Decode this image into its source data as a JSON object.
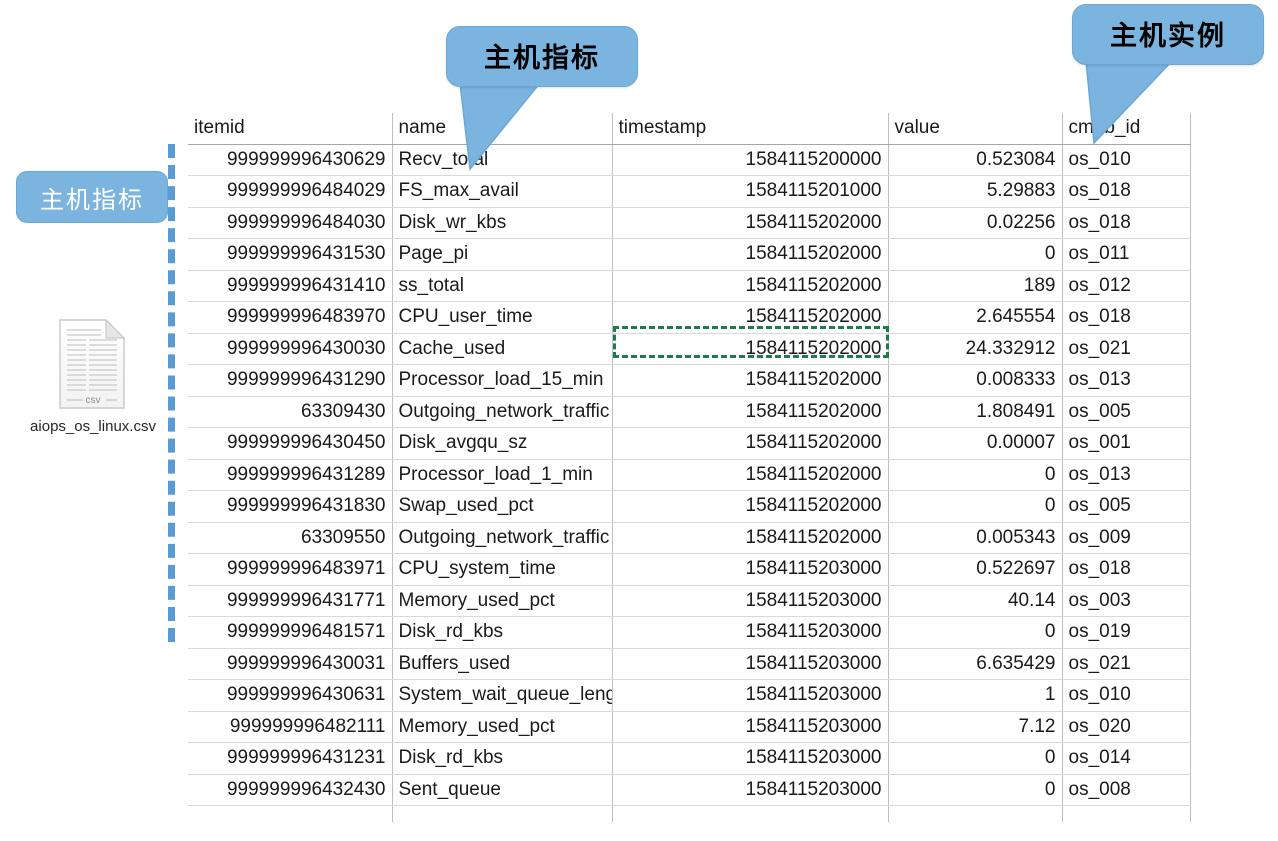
{
  "spreadsheet": {
    "columns": [
      "itemid",
      "name",
      "timestamp",
      "value",
      "cmdb_id"
    ],
    "rows": [
      {
        "itemid": "999999996430629",
        "name": "Recv_total",
        "timestamp": "1584115200000",
        "value": "0.523084",
        "cmdb_id": "os_010"
      },
      {
        "itemid": "999999996484029",
        "name": "FS_max_avail",
        "timestamp": "1584115201000",
        "value": "5.29883",
        "cmdb_id": "os_018"
      },
      {
        "itemid": "999999996484030",
        "name": "Disk_wr_kbs",
        "timestamp": "1584115202000",
        "value": "0.02256",
        "cmdb_id": "os_018"
      },
      {
        "itemid": "999999996431530",
        "name": "Page_pi",
        "timestamp": "1584115202000",
        "value": "0",
        "cmdb_id": "os_011"
      },
      {
        "itemid": "999999996431410",
        "name": "ss_total",
        "timestamp": "1584115202000",
        "value": "189",
        "cmdb_id": "os_012"
      },
      {
        "itemid": "999999996483970",
        "name": "CPU_user_time",
        "timestamp": "1584115202000",
        "value": "2.645554",
        "cmdb_id": "os_018"
      },
      {
        "itemid": "999999996430030",
        "name": "Cache_used",
        "timestamp": "1584115202000",
        "value": "24.332912",
        "cmdb_id": "os_021"
      },
      {
        "itemid": "999999996431290",
        "name": "Processor_load_15_min",
        "timestamp": "1584115202000",
        "value": "0.008333",
        "cmdb_id": "os_013"
      },
      {
        "itemid": "63309430",
        "name": "Outgoing_network_traffic",
        "timestamp": "1584115202000",
        "value": "1.808491",
        "cmdb_id": "os_005"
      },
      {
        "itemid": "999999996430450",
        "name": "Disk_avgqu_sz",
        "timestamp": "1584115202000",
        "value": "0.00007",
        "cmdb_id": "os_001"
      },
      {
        "itemid": "999999996431289",
        "name": "Processor_load_1_min",
        "timestamp": "1584115202000",
        "value": "0",
        "cmdb_id": "os_013"
      },
      {
        "itemid": "999999996431830",
        "name": "Swap_used_pct",
        "timestamp": "1584115202000",
        "value": "0",
        "cmdb_id": "os_005"
      },
      {
        "itemid": "63309550",
        "name": "Outgoing_network_traffic",
        "timestamp": "1584115202000",
        "value": "0.005343",
        "cmdb_id": "os_009"
      },
      {
        "itemid": "999999996483971",
        "name": "CPU_system_time",
        "timestamp": "1584115203000",
        "value": "0.522697",
        "cmdb_id": "os_018"
      },
      {
        "itemid": "999999996431771",
        "name": "Memory_used_pct",
        "timestamp": "1584115203000",
        "value": "40.14",
        "cmdb_id": "os_003"
      },
      {
        "itemid": "999999996481571",
        "name": "Disk_rd_kbs",
        "timestamp": "1584115203000",
        "value": "0",
        "cmdb_id": "os_019"
      },
      {
        "itemid": "999999996430031",
        "name": "Buffers_used",
        "timestamp": "1584115203000",
        "value": "6.635429",
        "cmdb_id": "os_021"
      },
      {
        "itemid": "999999996430631",
        "name": "System_wait_queue_length",
        "timestamp": "1584115203000",
        "value": "1",
        "cmdb_id": "os_010"
      },
      {
        "itemid": "999999996482111",
        "name": "Memory_used_pct",
        "timestamp": "1584115203000",
        "value": "7.12",
        "cmdb_id": "os_020"
      },
      {
        "itemid": "999999996431231",
        "name": "Disk_rd_kbs",
        "timestamp": "1584115203000",
        "value": "0",
        "cmdb_id": "os_014"
      },
      {
        "itemid": "999999996432430",
        "name": "Sent_queue",
        "timestamp": "1584115203000",
        "value": "0",
        "cmdb_id": "os_008"
      }
    ],
    "highlighted_cell": {
      "row_index": 6,
      "column": "timestamp",
      "value": "1584115202000",
      "border_color": "#1f7a4d",
      "border_style": "dashed"
    }
  },
  "annotations": {
    "callout_metric": {
      "text": "主机指标",
      "fill": "#7cb4e0",
      "text_color": "#000000",
      "points_to": "name"
    },
    "callout_instance": {
      "text": "主机实例",
      "fill": "#7cb4e0",
      "text_color": "#000000",
      "points_to": "cmdb_id"
    },
    "label_metric": {
      "text": "主机指标",
      "fill": "#7cb4e0",
      "text_color": "#ffffff"
    },
    "connector": {
      "color": "#5b9bd5",
      "style": "dashed"
    }
  },
  "file": {
    "name": "aiops_os_linux.csv",
    "icon_label": "csv"
  }
}
